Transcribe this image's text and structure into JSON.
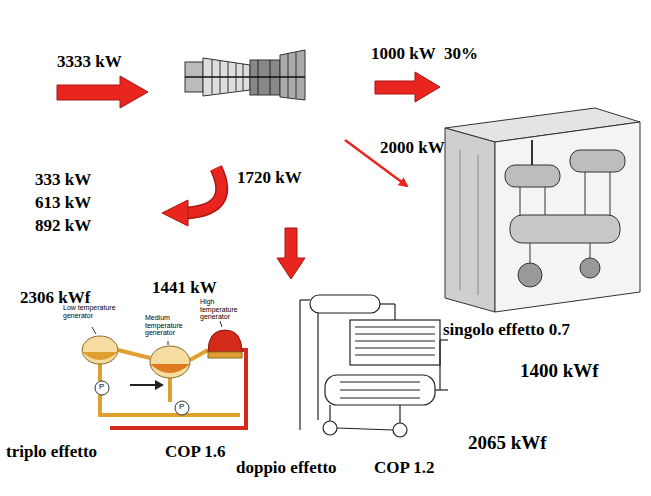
{
  "diagram": {
    "labels": [
      "3333 kW",
      "1000 kW  30%",
      "2000 kW",
      "1720 kW",
      "333 kW",
      "613 kW",
      "892 kW",
      "1441 kW",
      "2306 kWf",
      "singolo effetto 0.7",
      "1400 kWf",
      "Low temperature generator",
      "Medium temperature generator",
      "High temperature generator",
      "P",
      "P",
      "triplo effetto",
      "COP 1.6",
      "doppio effetto",
      "COP 1.2",
      "2065 kWf"
    ]
  }
}
